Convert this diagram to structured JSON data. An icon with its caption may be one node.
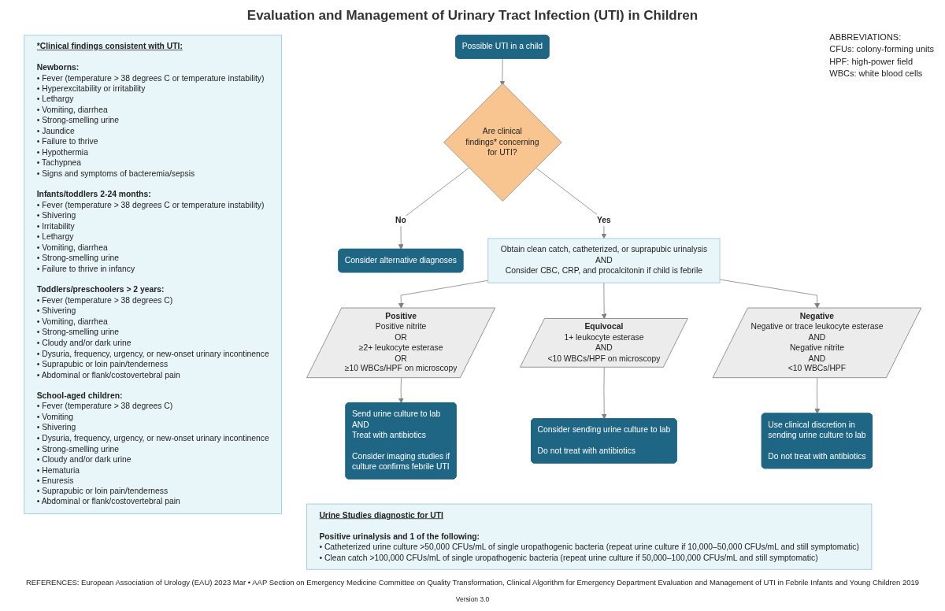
{
  "diagram": {
    "title": "Evaluation and Management of Urinary Tract Infection (UTI) in Children",
    "nodes": [
      {
        "text": [
          "*Clinical findings consistent with UTI:",
          "Newborns:",
          "• Fever (temperature > 38 degrees C or temperature instability)",
          "• Hyperexcitability or irritability",
          "• Lethargy",
          "• Vomiting, diarrhea",
          "• Strong-smelling urine",
          "• Jaundice",
          "• Failure to thrive",
          "• Hypothermia",
          "• Tachypnea",
          "• Signs and symptoms of bacteremia/sepsis",
          "Infants/toddlers 2-24 months:",
          "• Fever (temperature > 38 degrees C or temperature instability)",
          "• Shivering",
          "• Irritability",
          "• Lethargy",
          "• Vomiting, diarrhea",
          "• Strong-smelling urine",
          "• Failure to thrive in infancy",
          "Toddlers/preschoolers > 2 years:",
          "• Fever (temperature > 38 degrees C)",
          "• Shivering",
          "• Vomiting, diarrhea",
          "• Strong-smelling urine",
          "• Cloudy and/or dark urine",
          "• Dysuria, frequency, urgency, or new-onset urinary incontinence",
          "• Suprapubic or loin pain/tenderness",
          "• Abdominal or flank/costovertebral pain",
          "School-aged children:",
          "• Fever (temperature > 38 degrees C)",
          "• Vomiting",
          "• Shivering",
          "• Dysuria, frequency, urgency, or new-onset urinary incontinence",
          "• Strong-smelling urine",
          "• Cloudy and/or dark urine",
          "• Hematuria",
          "• Enuresis",
          "• Suprapubic or loin pain/tenderness",
          "• Abdominal or flank/costovertebral pain"
        ]
      },
      {
        "text": [
          "Possible UTI in a child"
        ]
      },
      {
        "text": [
          "Are clinical findings* concerning for UTI?"
        ]
      },
      {
        "text": [
          "Consider alternative diagnoses"
        ]
      },
      {
        "text": [
          "Obtain clean catch, catheterized, or suprapubic urinalysis",
          "AND",
          "Consider CBC, CRP, and procalcitonin if child is febrile"
        ]
      },
      {
        "text": [
          "Positive",
          "Positive nitrite",
          "OR",
          "≥2+ leukocyte esterase",
          "OR",
          "≥10 WBCs/HPF on microscopy"
        ]
      },
      {
        "text": [
          "Equivocal",
          "1+ leukocyte esterase",
          "AND",
          "<10 WBCs/HPF on microscopy"
        ]
      },
      {
        "text": [
          "Negative",
          "Negative or trace leukocyte esterase",
          "AND",
          "Negative nitrite",
          "AND",
          "<10 WBCs/HPF"
        ]
      },
      {
        "text": [
          "Send urine culture to lab",
          "AND",
          "Treat with antibiotics",
          "Consider imaging studies if culture confirms febrile UTI"
        ]
      },
      {
        "text": [
          "Consider sending urine culture to lab",
          "Do not treat with antibiotics"
        ]
      },
      {
        "text": [
          "Use clinical discretion in sending urine culture to lab",
          "Do not treat with antibiotics"
        ]
      },
      {
        "text": [
          "Urine Studies diagnostic for UTI",
          "Positive urinalysis and 1 of the following:",
          "• Catheterized urine culture >50,000 CFUs/mL of single uropathogenic bacteria (repeat urine culture if 10,000–50,000 CFUs/mL and still symptomatic)",
          "• Clean catch >100,000 CFUs/mL of single uropathogenic bacteria (repeat urine culture if 50,000–100,000 CFUs/mL and still symptomatic)"
        ]
      }
    ],
    "edges": [
      {
        "from": 1,
        "to": 2,
        "arrow": "to"
      },
      {
        "from": 2,
        "to": 3,
        "arrow": "to",
        "label": "No"
      },
      {
        "from": 2,
        "to": 4,
        "arrow": "to",
        "label": "Yes"
      },
      {
        "from": 4,
        "to": 5,
        "arrow": "to"
      },
      {
        "from": 4,
        "to": 6,
        "arrow": "to"
      },
      {
        "from": 4,
        "to": 7,
        "arrow": "to"
      },
      {
        "from": 5,
        "to": 8,
        "arrow": "to"
      },
      {
        "from": 6,
        "to": 9,
        "arrow": "to"
      },
      {
        "from": 7,
        "to": 10,
        "arrow": "to"
      }
    ],
    "labels": [
      "ABBREVIATIONS:",
      "CFUs: colony-forming units",
      "HPF: high-power field",
      "WBCs: white blood cells",
      "REFERENCES: European Association of Urology (EAU) 2023 Mar • AAP Section on Emergency Medicine Committee on Quality Transformation, Clinical Algorithm for Emergency Department Evaluation and Management of UTI in Febrile Infants and Young Children 2019",
      "Version 3.0"
    ]
  }
}
